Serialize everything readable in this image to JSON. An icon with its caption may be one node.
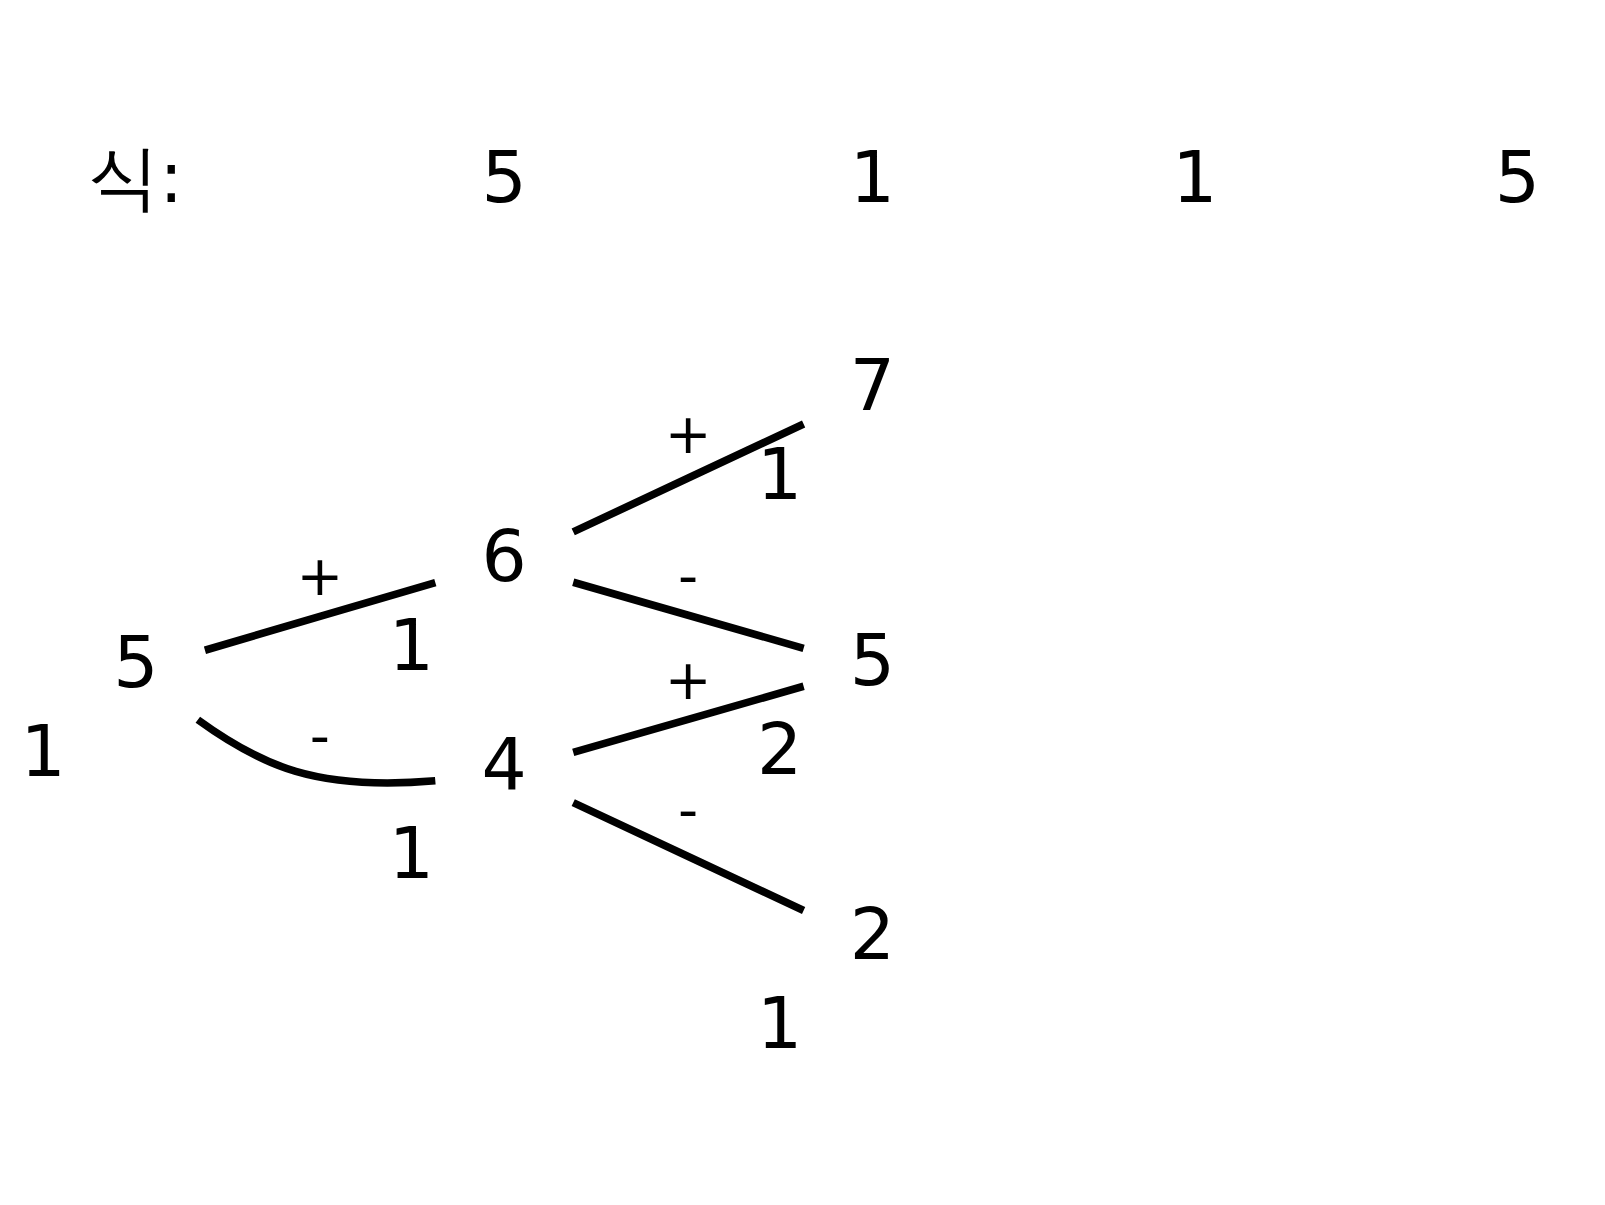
{
  "diagram": {
    "nodes": [
      {
        "text": [
          "7"
        ],
        "beside": [
          "1"
        ]
      },
      {
        "text": [
          "6"
        ],
        "beside": [
          "1"
        ]
      },
      {
        "text": [
          "5"
        ],
        "beside": [
          "1"
        ]
      },
      {
        "text": [
          "5"
        ],
        "beside": [
          "2"
        ]
      },
      {
        "text": [
          "4"
        ],
        "beside": [
          "1"
        ]
      },
      {
        "text": [
          "2"
        ],
        "beside": [
          "1"
        ]
      }
    ],
    "edges": [
      {
        "from": 1,
        "to": 0,
        "arrow": "none",
        "label": "+"
      },
      {
        "from": 2,
        "to": 1,
        "arrow": "none",
        "label": "+"
      },
      {
        "from": 2,
        "to": 4,
        "arrow": "none",
        "label": "-"
      },
      {
        "from": 1,
        "to": 3,
        "arrow": "none",
        "label": "-"
      },
      {
        "from": 4,
        "to": 3,
        "arrow": "none",
        "label": "+"
      },
      {
        "from": 4,
        "to": 5,
        "arrow": "none",
        "label": "-"
      }
    ],
    "labels": [
      "식:",
      "5",
      "1",
      "1",
      "5"
    ]
  }
}
